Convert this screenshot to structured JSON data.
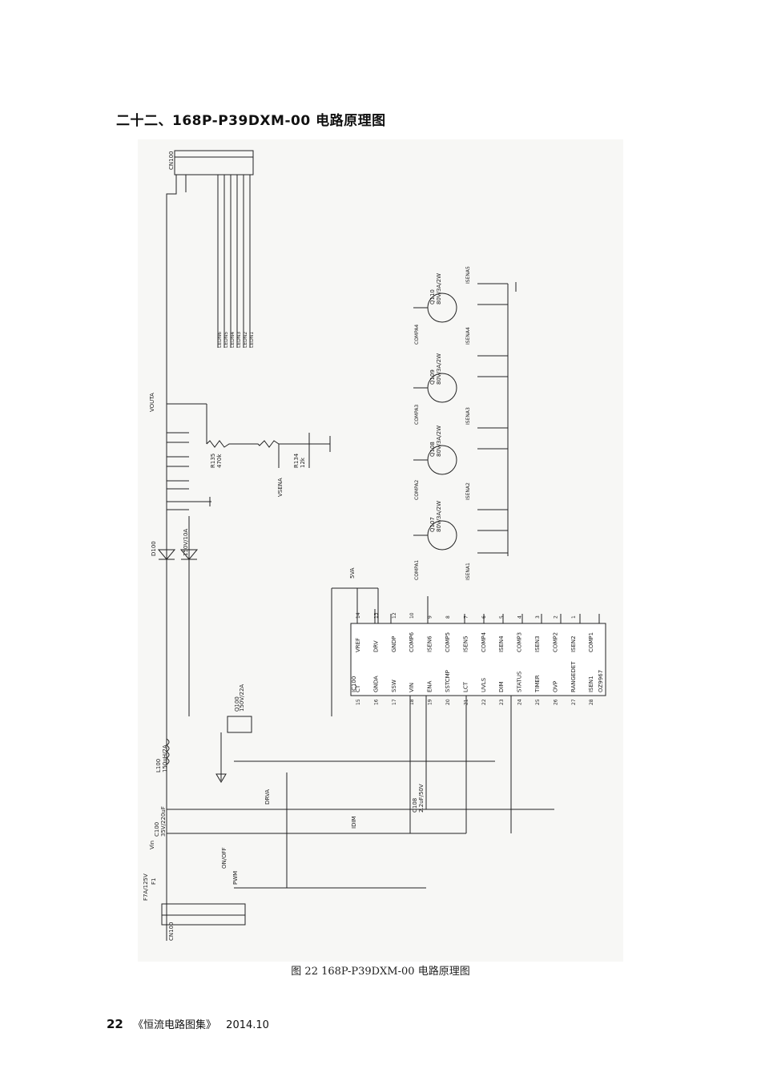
{
  "page": {
    "heading": "二十二、168P-P39DXM-00 电路原理图",
    "caption": "图 22   168P-P39DXM-00 电路原理图",
    "footer": {
      "page_number": "22",
      "book": "《恒流电路图集》",
      "date": "2014.10"
    }
  },
  "schematic": {
    "connectors": {
      "top": "CN100",
      "bottom": "CN100"
    },
    "ic": {
      "ref": "IC100",
      "part": "OZ9967",
      "pins_top": [
        {
          "num": "14",
          "name": "VREF"
        },
        {
          "num": "13",
          "name": "DRV"
        },
        {
          "num": "12",
          "name": "GNDP"
        },
        {
          "num": "10",
          "name": "COMP6"
        },
        {
          "num": "9",
          "name": "ISEN6"
        },
        {
          "num": "8",
          "name": "COMP5"
        },
        {
          "num": "7",
          "name": "ISEN5"
        },
        {
          "num": "6",
          "name": "COMP4"
        },
        {
          "num": "5",
          "name": "ISEN4"
        },
        {
          "num": "4",
          "name": "COMP3"
        },
        {
          "num": "3",
          "name": "ISEN3"
        },
        {
          "num": "2",
          "name": "COMP2"
        },
        {
          "num": "1",
          "name": "ISEN2"
        },
        {
          "num": "",
          "name": "COMP1"
        }
      ],
      "pins_bottom": [
        {
          "num": "15",
          "name": "CT"
        },
        {
          "num": "16",
          "name": "GNDA"
        },
        {
          "num": "17",
          "name": "SSW"
        },
        {
          "num": "18",
          "name": "VIN"
        },
        {
          "num": "19",
          "name": "ENA"
        },
        {
          "num": "20",
          "name": "SSTCMP"
        },
        {
          "num": "21",
          "name": "LCT"
        },
        {
          "num": "22",
          "name": "UVLS"
        },
        {
          "num": "23",
          "name": "DIM"
        },
        {
          "num": "24",
          "name": "STATUS"
        },
        {
          "num": "25",
          "name": "TIMER"
        },
        {
          "num": "26",
          "name": "OVP"
        },
        {
          "num": "27",
          "name": "RANGEDET"
        },
        {
          "num": "28",
          "name": "ISEN1"
        }
      ]
    },
    "transistors": [
      {
        "ref": "Q107",
        "value": "80V/3A/2W"
      },
      {
        "ref": "Q108",
        "value": "80V/3A/2W"
      },
      {
        "ref": "Q109",
        "value": "80V/3A/2W"
      },
      {
        "ref": "Q110",
        "value": "80V/3A/2W"
      }
    ],
    "led_outputs": [
      "LEDN6",
      "LEDN5",
      "LEDN4",
      "LEDN3",
      "LEDN2",
      "LEDN1"
    ],
    "labels": [
      "VOUTA",
      "5VA",
      "F7A/125V",
      "F1",
      "Vin",
      "ON/OFF",
      "PWM",
      "IDIM",
      "DRVA",
      "VSENA",
      "L100",
      "150uH/2A",
      "D100",
      "150V/10A",
      "Q100",
      "150V/22A",
      "C100",
      "35V/220uF",
      "C108",
      "2.2uF/50V",
      "R134",
      "12k",
      "R135",
      "470k"
    ],
    "net_labels": [
      "ISENA1",
      "ISENA2",
      "ISENA3",
      "ISENA4",
      "COMPA1",
      "COMPA2",
      "COMPA3",
      "COMPA4",
      "ISENA5"
    ]
  }
}
